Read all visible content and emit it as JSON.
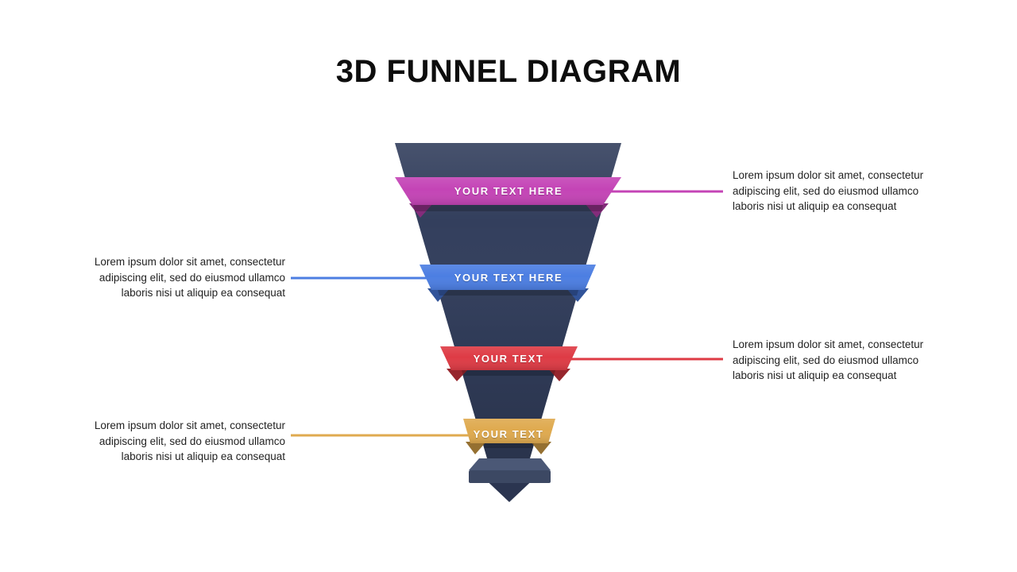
{
  "slide": {
    "title": "3D FUNNEL DIAGRAM",
    "background_color": "#ffffff"
  },
  "funnel": {
    "body_color": "#333F5D",
    "base_top_color": "#4B5876",
    "base_front_color": "#3C4863",
    "spout_color": "#2B3550",
    "stages": [
      {
        "label": "YOUR TEXT HERE",
        "color": "#C444B6",
        "note_side": "right",
        "note": "Lorem ipsum dolor sit amet, consectetur adipiscing elit, sed do eiusmod ullamco laboris nisi ut aliquip ea consequat"
      },
      {
        "label": "YOUR TEXT HERE",
        "color": "#4C7EE2",
        "note_side": "left",
        "note": "Lorem ipsum dolor sit amet, consectetur adipiscing elit, sed do eiusmod ullamco laboris nisi ut aliquip ea consequat"
      },
      {
        "label": "YOUR TEXT",
        "color": "#DE3B45",
        "note_side": "right",
        "note": "Lorem ipsum dolor sit amet, consectetur adipiscing elit, sed do eiusmod ullamco laboris nisi ut aliquip ea consequat"
      },
      {
        "label": "YOUR TEXT",
        "color": "#DFAA4F",
        "note_side": "left",
        "note": "Lorem ipsum dolor sit amet, consectetur adipiscing elit, sed do eiusmod ullamco laboris nisi ut aliquip ea consequat"
      }
    ]
  }
}
